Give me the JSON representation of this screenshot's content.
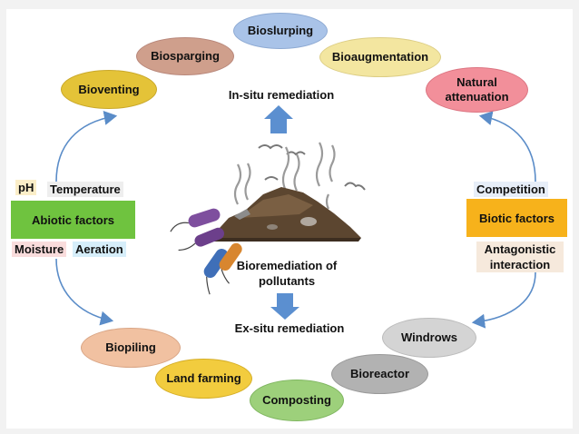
{
  "in_situ": {
    "label": "In-situ remediation",
    "methods": [
      "Bioventing",
      "Biosparging",
      "Bioslurping",
      "Bioaugmentation",
      "Natural attenuation"
    ]
  },
  "ex_situ": {
    "label": "Ex-situ remediation",
    "methods": [
      "Biopiling",
      "Land farming",
      "Composting",
      "Bioreactor",
      "Windrows"
    ]
  },
  "center": {
    "label": "Bioremediation of pollutants"
  },
  "abiotic": {
    "title": "Abiotic factors",
    "tags": [
      "pH",
      "Temperature",
      "Moisture",
      "Aeration"
    ]
  },
  "biotic": {
    "title": "Biotic factors",
    "tags": [
      "Competition",
      "Antagonistic interaction"
    ]
  },
  "colors": {
    "bioventing": "#e4c338",
    "biosparging": "#cf9f8c",
    "bioslurping": "#a9c3e8",
    "bioaugmentation": "#f3e6a0",
    "natural_attenuation": "#f28f9a",
    "biopiling": "#f1c1a1",
    "land_farming": "#f2cc3e",
    "composting": "#9dd07b",
    "bioreactor": "#b2b2b2",
    "windrows": "#d4d4d4",
    "abiotic_box": "#6fc33f",
    "biotic_box": "#f7b21b",
    "arrow": "#5a8cc8"
  }
}
